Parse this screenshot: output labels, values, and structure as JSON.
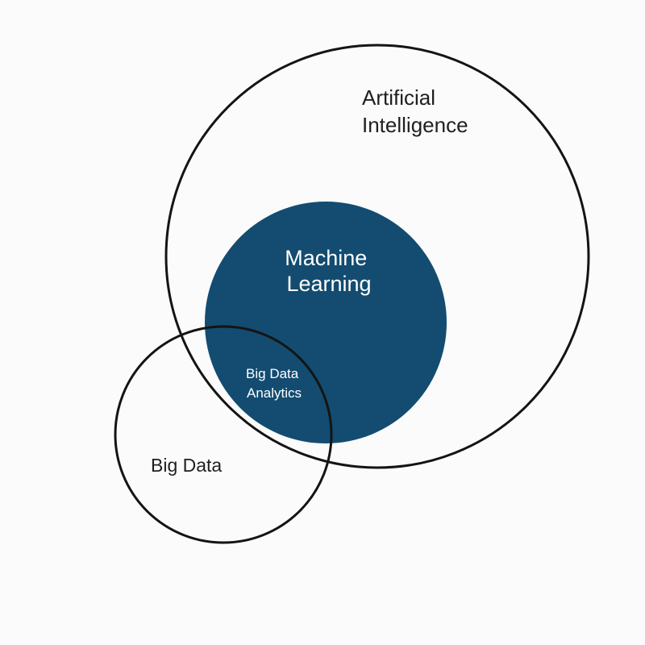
{
  "diagram": {
    "type": "venn",
    "colors": {
      "background": "#fbfbfb",
      "outline": "#141414",
      "machine_learning_fill": "#134c70",
      "label_dark": "#1f1f1f",
      "label_light": "#ffffff"
    },
    "artificial_intelligence": {
      "label_line1": "Artificial",
      "label_line2": "Intelligence"
    },
    "machine_learning": {
      "label_line1": "Machine",
      "label_line2": "Learning"
    },
    "big_data_analytics": {
      "label_line1": "Big Data",
      "label_line2": "Analytics"
    },
    "big_data": {
      "label": "Big Data"
    }
  }
}
